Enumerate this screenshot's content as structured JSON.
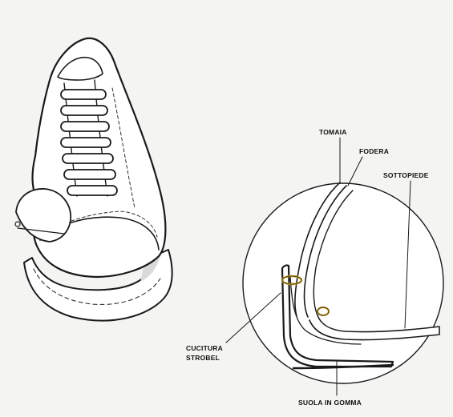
{
  "labels": {
    "tomaia": "TOMAIA",
    "fodera": "FODERA",
    "sottopiede": "SOTTOPIEDE",
    "cucitura_line1": "CUCITURA",
    "cucitura_line2": "STROBEL",
    "suola": "SUOLA IN GOMMA"
  },
  "colors": {
    "background": "#f4f4f2",
    "ink": "#1a1a1a",
    "shoe_fill": "#ffffff",
    "shadow": "#d9d9d9",
    "stitch_ring": "#c8a020"
  }
}
